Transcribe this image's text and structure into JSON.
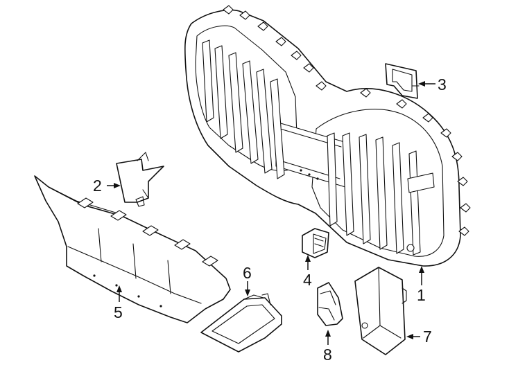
{
  "diagram": {
    "callouts": [
      {
        "id": "1",
        "label": "1"
      },
      {
        "id": "2",
        "label": "2"
      },
      {
        "id": "3",
        "label": "3"
      },
      {
        "id": "4",
        "label": "4"
      },
      {
        "id": "5",
        "label": "5"
      },
      {
        "id": "6",
        "label": "6"
      },
      {
        "id": "7",
        "label": "7"
      },
      {
        "id": "8",
        "label": "8"
      }
    ]
  }
}
